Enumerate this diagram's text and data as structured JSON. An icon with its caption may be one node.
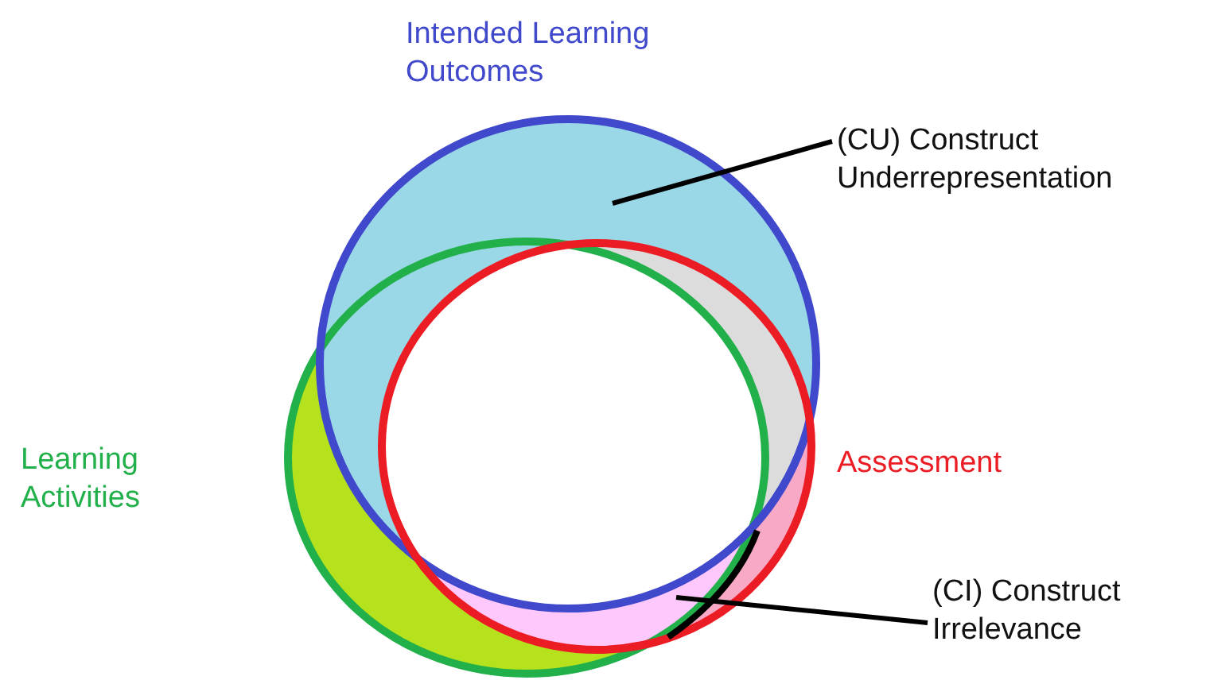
{
  "diagram": {
    "nodes": [
      {
        "text": [
          "Intended Learning Outcomes"
        ]
      },
      {
        "text": [
          "Learning Activities"
        ]
      },
      {
        "text": [
          "Assessment"
        ]
      },
      {
        "text": [
          "(CU) Construct Underrepresentation"
        ]
      },
      {
        "text": [
          "(CI) Construct Irrelevance"
        ]
      }
    ],
    "edges": [
      {
        "from": 3,
        "to": 0,
        "arrow": "none"
      },
      {
        "from": 4,
        "to": 2,
        "arrow": "none"
      }
    ]
  }
}
